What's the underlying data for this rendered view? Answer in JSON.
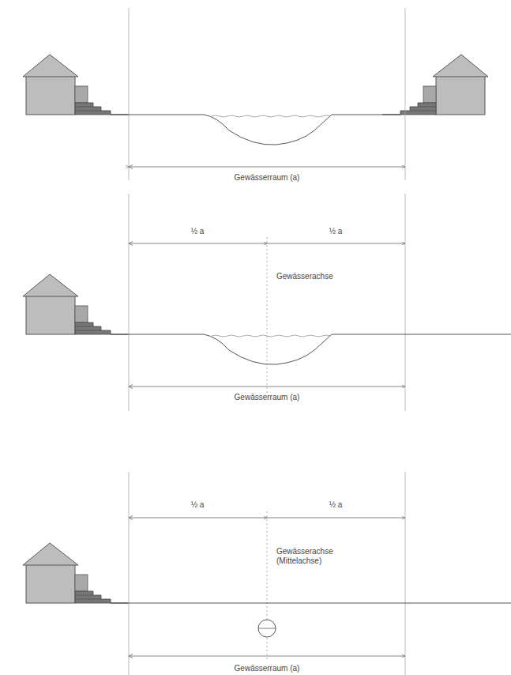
{
  "diagram": {
    "labels": [
      "Gewässerraum (a)",
      "½ a",
      "½ a",
      "Gewässerachse",
      "Gewässerraum (a)",
      "½ a",
      "½ a",
      "Gewässerachse (Mittelachse)",
      "Gewässerraum (a)"
    ]
  }
}
